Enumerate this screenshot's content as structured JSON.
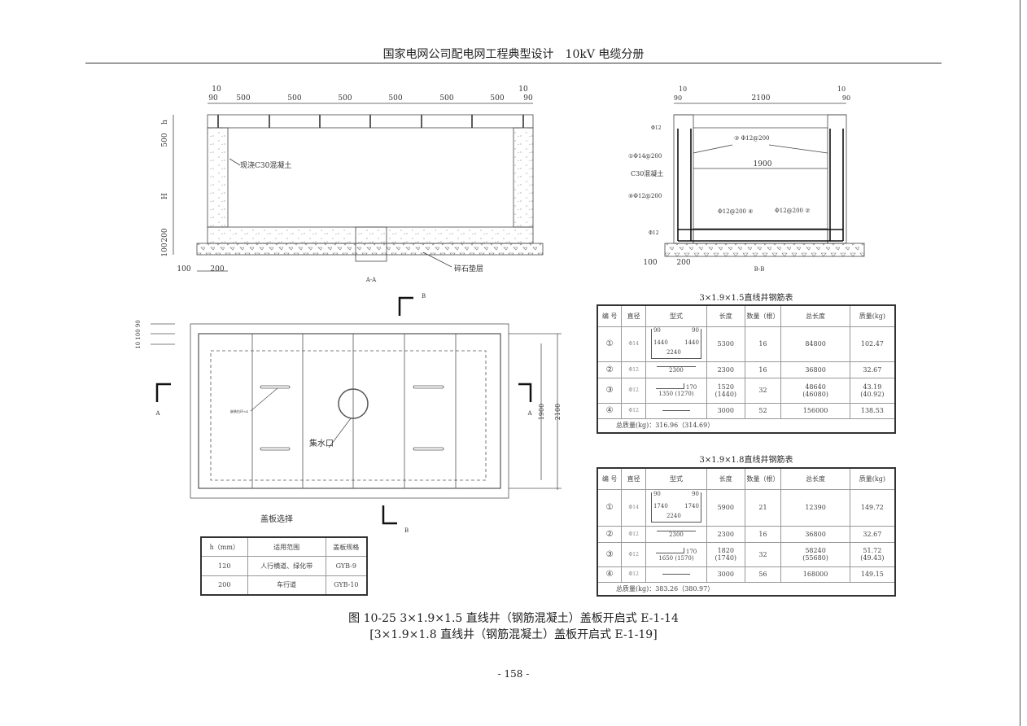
{
  "header": {
    "title": "国家电网公司配电网工程典型设计　10kV 电缆分册"
  },
  "section_aa": {
    "top_dims": [
      "90",
      "500",
      "500",
      "500",
      "500",
      "500",
      "500",
      "90"
    ],
    "ten_left": "10",
    "ten_right": "10",
    "left_dims": [
      "h",
      "500",
      "H",
      "200",
      "100"
    ],
    "bottom_dims": [
      "100",
      "200"
    ],
    "concrete_label": "现浇C30混凝土",
    "gravel_label": "碎石垫层",
    "title": "A-A"
  },
  "section_bb": {
    "top_dims": [
      "90",
      "2100",
      "90"
    ],
    "ten_left": "10",
    "ten_right": "10",
    "inner_width": "1900",
    "labels": {
      "phi12_top": "Φ12",
      "rebar1": "①Φ14@200",
      "concrete": "C30混凝土",
      "rebar4_wall": "④Φ12@200",
      "phi12_bottom": "Φ12",
      "rebar3": "③ Φ12@200",
      "rebar4_floor": "Φ12@200 ④",
      "rebar2_floor": "Φ12@200 ②"
    },
    "bottom_dims": [
      "100",
      "200"
    ],
    "title": "B-B"
  },
  "plan": {
    "left_dims": "10 100 90",
    "right_dims": [
      "1900",
      "2100"
    ],
    "handle_label": "嵌装拉环×4",
    "drain_label": "集水口",
    "markers": {
      "a": "A",
      "b": "B"
    },
    "cover_title": "盖板选择"
  },
  "cover_table": {
    "headers": [
      "h（mm）",
      "适用范围",
      "盖板规格"
    ],
    "rows": [
      [
        "120",
        "人行横道、绿化带",
        "GYB-9"
      ],
      [
        "200",
        "车行道",
        "GYB-10"
      ]
    ]
  },
  "rebar_tables": [
    {
      "title": "3×1.9×1.5直线井钢筋表",
      "headers": [
        "编 号",
        "直径",
        "型式",
        "长度",
        "数量（根）",
        "总长度",
        "质量(kg)"
      ],
      "rows": [
        {
          "no": "①",
          "dia": "Φ14",
          "shape": [
            "90",
            "90",
            "1440",
            "1440",
            "2240"
          ],
          "len": "5300",
          "qty": "16",
          "total": "84800",
          "mass": "102.47"
        },
        {
          "no": "②",
          "dia": "Φ12",
          "shape": [
            "2300"
          ],
          "len": "2300",
          "qty": "16",
          "total": "36800",
          "mass": "32.67"
        },
        {
          "no": "③",
          "dia": "Φ12",
          "shape": [
            "170",
            "1350 (1270)"
          ],
          "len": "1520\n(1440)",
          "qty": "32",
          "total": "48640\n(46080)",
          "mass": "43.19\n(40.92)"
        },
        {
          "no": "④",
          "dia": "Φ12",
          "shape": [],
          "len": "3000",
          "qty": "52",
          "total": "156000",
          "mass": "138.53"
        }
      ],
      "total": "总质量(kg)：316.96（314.69）"
    },
    {
      "title": "3×1.9×1.8直线井钢筋表",
      "headers": [
        "编 号",
        "直径",
        "型式",
        "长度",
        "数量（根）",
        "总长度",
        "质量(kg)"
      ],
      "rows": [
        {
          "no": "①",
          "dia": "Φ14",
          "shape": [
            "90",
            "90",
            "1740",
            "1740",
            "2240"
          ],
          "len": "5900",
          "qty": "21",
          "total": "12390",
          "mass": "149.72"
        },
        {
          "no": "②",
          "dia": "Φ12",
          "shape": [
            "2300"
          ],
          "len": "2300",
          "qty": "16",
          "total": "36800",
          "mass": "32.67"
        },
        {
          "no": "③",
          "dia": "Φ12",
          "shape": [
            "170",
            "1650 (1570)"
          ],
          "len": "1820\n(1740)",
          "qty": "32",
          "total": "58240\n(55680)",
          "mass": "51.72\n(49.43)"
        },
        {
          "no": "④",
          "dia": "Φ12",
          "shape": [],
          "len": "3000",
          "qty": "56",
          "total": "168000",
          "mass": "149.15"
        }
      ],
      "total": "总质量(kg)：383.26（380.97）"
    }
  ],
  "caption": {
    "line1": "图 10-25 3×1.9×1.5 直线井（钢筋混凝土）盖板开启式 E-1-14",
    "line2": "[3×1.9×1.8 直线井（钢筋混凝土）盖板开启式 E-1-19]"
  },
  "page_number": "- 158 -"
}
